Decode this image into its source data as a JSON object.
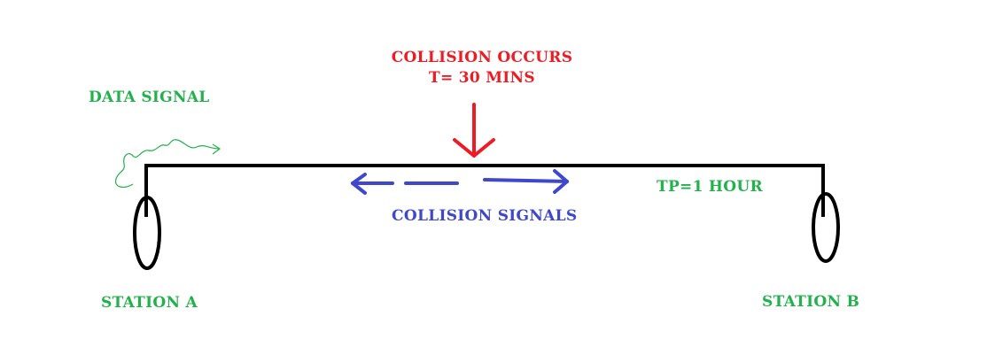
{
  "labels": {
    "data_signal": "DATA SIGNAL",
    "collision_occurs": "COLLISION OCCURS",
    "collision_time": "T= 30 MINS",
    "collision_signals": "COLLISION SIGNALS",
    "propagation_time": "TP=1 HOUR",
    "station_a": "STATION A",
    "station_b": "STATION B"
  },
  "colors": {
    "bus": "#000000",
    "station_labels": "#22b14c",
    "collision_text": "#ed1c24",
    "collision_signals": "#3f48cc",
    "data_signal": "#22b14c"
  },
  "icons": {
    "collision_marker": "down-arrow-icon",
    "collision_signals": "left-right-arrows-icon",
    "data_signal": "squiggly-arrow-icon"
  }
}
